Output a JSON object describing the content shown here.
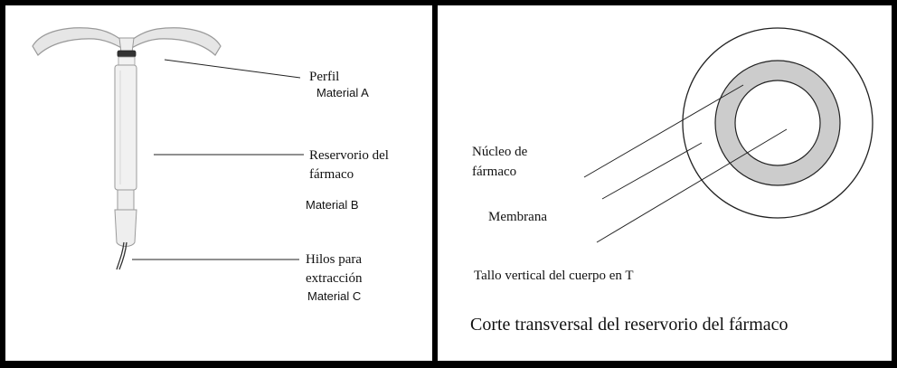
{
  "left_panel": {
    "labels": {
      "perfil": "Perfil",
      "material_a": "Material A",
      "reservorio_1": "Reservorio del",
      "reservorio_2": "fármaco",
      "material_b": "Material B",
      "hilos_1": "Hilos para",
      "hilos_2": "extracción",
      "material_c": "Material C"
    },
    "colors": {
      "device_fill": "#eeeeee",
      "device_edge": "#9a9a9a",
      "ring": "#333333"
    }
  },
  "right_panel": {
    "labels": {
      "nucleo_1": "Núcleo de",
      "nucleo_2": "fármaco",
      "membrana": "Membrana",
      "tallo": "Tallo vertical del cuerpo en T",
      "caption": "Corte transversal del reservorio del fármaco"
    },
    "colors": {
      "membrane_fill": "#cccccc",
      "line": "#222222"
    }
  }
}
